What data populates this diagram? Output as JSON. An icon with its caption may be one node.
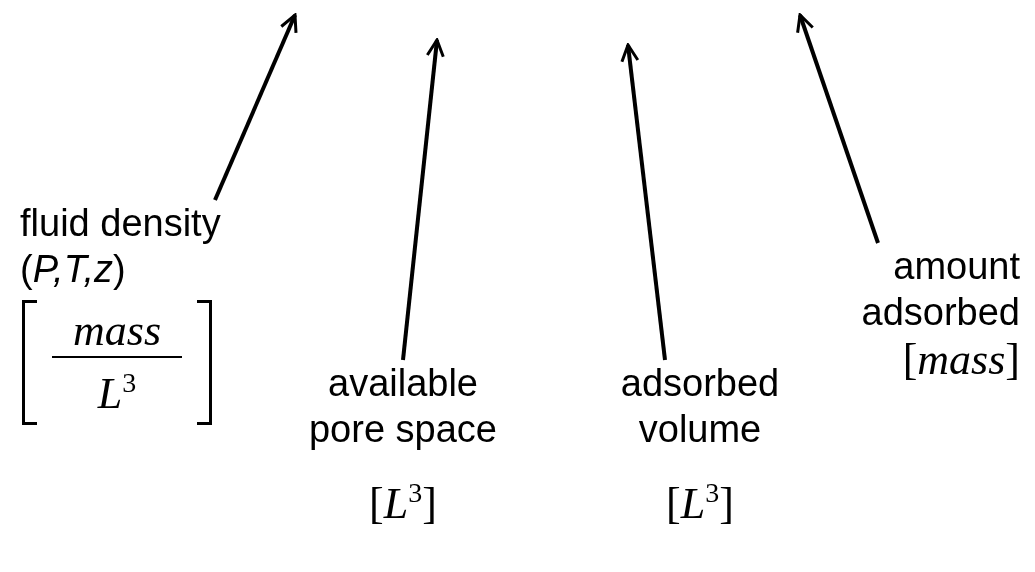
{
  "diagram": {
    "nodes": [
      {
        "text": [
          "fluid density",
          "(*P,T,z*)",
          "*mass*",
          "*L*$^{3}$"
        ]
      },
      {
        "text": [
          "available pore space",
          "[*L*$^{3}$]"
        ]
      },
      {
        "text": [
          "adsorbed volume",
          "[*L*$^{3}$]"
        ]
      },
      {
        "text": [
          "amount adsorbed",
          "[*mass*]"
        ]
      }
    ],
    "edges": [
      {
        "from": 0,
        "to": null,
        "arrow": "to"
      },
      {
        "from": 1,
        "to": null,
        "arrow": "to"
      },
      {
        "from": 2,
        "to": null,
        "arrow": "to"
      },
      {
        "from": 3,
        "to": null,
        "arrow": "to"
      }
    ]
  }
}
